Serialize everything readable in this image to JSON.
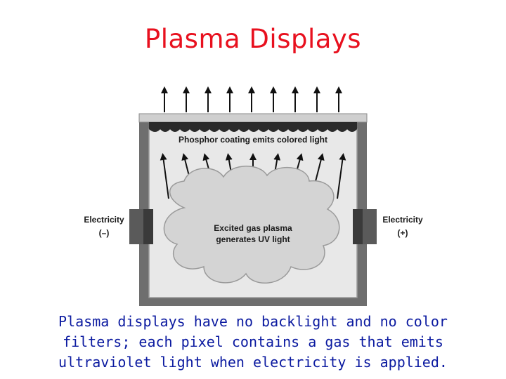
{
  "title": "Plasma Displays",
  "diagram": {
    "phosphor_label": "Phosphor coating emits colored light",
    "plasma_label_line1": "Excited gas plasma",
    "plasma_label_line2": "generates UV light",
    "left_electrode_label": "Electricity",
    "left_electrode_sign": "(–)",
    "right_electrode_label": "Electricity",
    "right_electrode_sign": "(+)"
  },
  "caption": {
    "line1": "Plasma displays have no backlight and no color",
    "line2": "filters; each pixel contains a gas that emits",
    "line3": "ultraviolet light when electricity is applied."
  },
  "colors": {
    "title": "#e8101e",
    "caption": "#0b1aa0",
    "frame": "#6e6e6e",
    "frame_light": "#cfcfcf",
    "chamber": "#e8e8e8",
    "cloud": "#d4d4d4"
  }
}
